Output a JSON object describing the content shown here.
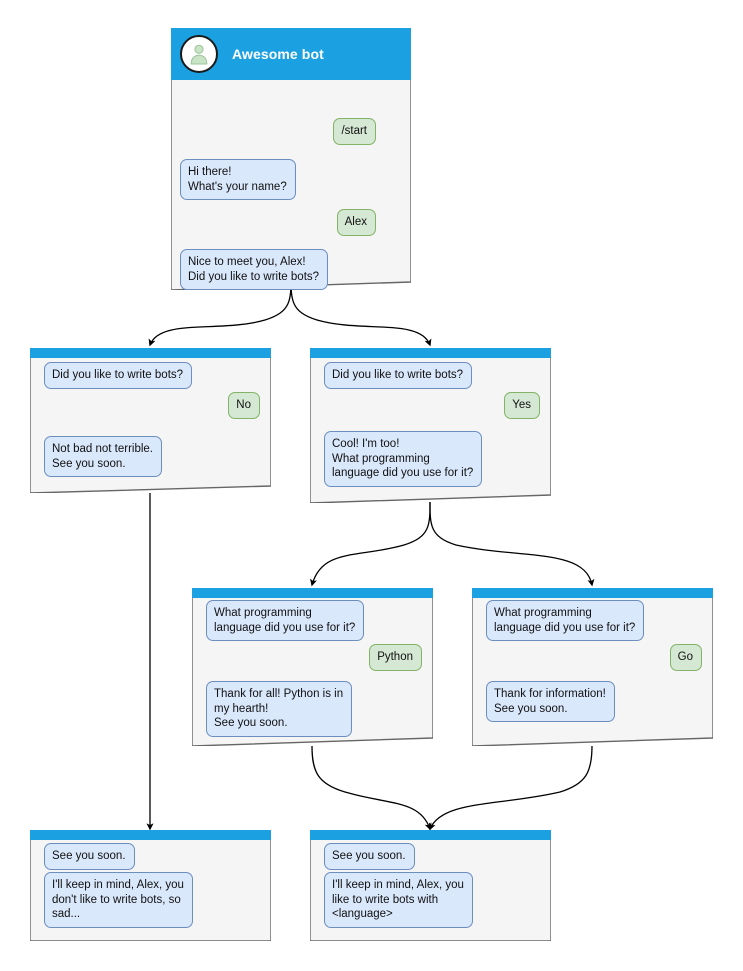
{
  "theme": {
    "header_blue": "#1ba1e2",
    "bot_bubble_fill": "#dae8fc",
    "bot_bubble_stroke": "#6c8ebf",
    "user_bubble_fill": "#d5e8d4",
    "user_bubble_stroke": "#82b366",
    "node_fill": "#f5f5f5",
    "node_stroke": "#666666",
    "connector_stroke": "#000000"
  },
  "diagram": {
    "type": "chatbot-conversation-flow",
    "nodes": [
      {
        "id": "root",
        "name": "root-node",
        "header": {
          "type": "full",
          "title": "Awesome bot",
          "avatar_icon": "person-avatar-icon"
        },
        "messages": [
          {
            "from": "user",
            "text": "/start"
          },
          {
            "from": "bot",
            "text": "Hi there!\nWhat's your name?"
          },
          {
            "from": "user",
            "text": "Alex"
          },
          {
            "from": "bot",
            "text": "Nice to meet you, Alex!\nDid you like to write bots?"
          }
        ]
      },
      {
        "id": "no-branch",
        "name": "no-branch-node",
        "header": {
          "type": "thin"
        },
        "messages": [
          {
            "from": "bot",
            "text": "Did you like to write bots?"
          },
          {
            "from": "user",
            "text": "No"
          },
          {
            "from": "bot",
            "text": "Not bad not terrible.\nSee you soon."
          }
        ]
      },
      {
        "id": "yes-branch",
        "name": "yes-branch-node",
        "header": {
          "type": "thin"
        },
        "messages": [
          {
            "from": "bot",
            "text": "Did you like to write bots?"
          },
          {
            "from": "user",
            "text": "Yes"
          },
          {
            "from": "bot",
            "text": "Cool! I'm too!\nWhat programming\nlanguage did you use for it?"
          }
        ]
      },
      {
        "id": "python-branch",
        "name": "python-branch-node",
        "header": {
          "type": "thin"
        },
        "messages": [
          {
            "from": "bot",
            "text": "What programming\nlanguage did you use for it?"
          },
          {
            "from": "user",
            "text": "Python"
          },
          {
            "from": "bot",
            "text": "Thank for all! Python is in\nmy hearth!\nSee you soon."
          }
        ]
      },
      {
        "id": "go-branch",
        "name": "go-branch-node",
        "header": {
          "type": "thin"
        },
        "messages": [
          {
            "from": "bot",
            "text": "What programming\nlanguage did you use for it?"
          },
          {
            "from": "user",
            "text": "Go"
          },
          {
            "from": "bot",
            "text": "Thank for information!\nSee you soon."
          }
        ]
      },
      {
        "id": "end-sad",
        "name": "end-sad-node",
        "header": {
          "type": "thin"
        },
        "messages": [
          {
            "from": "bot",
            "text": "See you soon."
          },
          {
            "from": "bot",
            "text": "I'll keep in mind, Alex, you\ndon't like to write bots, so\nsad..."
          }
        ]
      },
      {
        "id": "end-happy",
        "name": "end-happy-node",
        "header": {
          "type": "thin"
        },
        "messages": [
          {
            "from": "bot",
            "text": "See you soon."
          },
          {
            "from": "bot",
            "text": "I'll keep in mind, Alex, you\nlike to write bots with\n<language>"
          }
        ]
      }
    ]
  },
  "nodes": {
    "root": {
      "title": "Awesome bot",
      "m0": "/start",
      "m1": "Hi there!\nWhat's your name?",
      "m2": "Alex",
      "m3": "Nice to meet you, Alex!\nDid you like to write bots?"
    },
    "no_branch": {
      "m0": "Did you like to write bots?",
      "m1": "No",
      "m2": "Not bad not terrible.\nSee you soon."
    },
    "yes_branch": {
      "m0": "Did you like to write bots?",
      "m1": "Yes",
      "m2": "Cool! I'm too!\nWhat programming\nlanguage did you use for it?"
    },
    "python_branch": {
      "m0": "What programming\nlanguage did you use for it?",
      "m1": "Python",
      "m2": "Thank for all! Python is in\nmy hearth!\nSee you soon."
    },
    "go_branch": {
      "m0": "What programming\nlanguage did you use for it?",
      "m1": "Go",
      "m2": "Thank for information!\nSee you soon."
    },
    "end_sad": {
      "m0": "See you soon.",
      "m1": "I'll keep in mind, Alex, you\ndon't like to write bots, so\nsad..."
    },
    "end_happy": {
      "m0": "See you soon.",
      "m1": "I'll keep in mind, Alex, you\nlike to write bots with\n<language>"
    }
  }
}
